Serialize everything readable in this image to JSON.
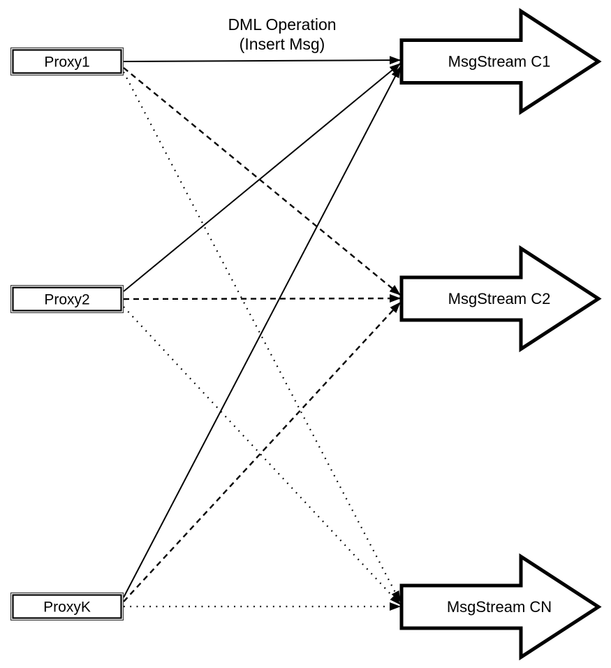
{
  "diagram": {
    "title_label": {
      "line1": "DML Operation",
      "line2": "(Insert Msg)"
    },
    "proxies": [
      {
        "label": "Proxy1"
      },
      {
        "label": "Proxy2"
      },
      {
        "label": "ProxyK"
      }
    ],
    "streams": [
      {
        "label": "MsgStream C1"
      },
      {
        "label": "MsgStream C2"
      },
      {
        "label": "MsgStream CN"
      }
    ],
    "edges": [
      {
        "from": "Proxy1",
        "to": "MsgStream C1",
        "style": "solid"
      },
      {
        "from": "Proxy1",
        "to": "MsgStream C2",
        "style": "dashed"
      },
      {
        "from": "Proxy1",
        "to": "MsgStream CN",
        "style": "dotted"
      },
      {
        "from": "Proxy2",
        "to": "MsgStream C1",
        "style": "solid"
      },
      {
        "from": "Proxy2",
        "to": "MsgStream C2",
        "style": "dashed"
      },
      {
        "from": "Proxy2",
        "to": "MsgStream CN",
        "style": "dotted"
      },
      {
        "from": "ProxyK",
        "to": "MsgStream C1",
        "style": "solid"
      },
      {
        "from": "ProxyK",
        "to": "MsgStream C2",
        "style": "dashed"
      },
      {
        "from": "ProxyK",
        "to": "MsgStream CN",
        "style": "dotted"
      }
    ],
    "colors": {
      "ink": "#000000",
      "fill": "#ffffff"
    }
  }
}
